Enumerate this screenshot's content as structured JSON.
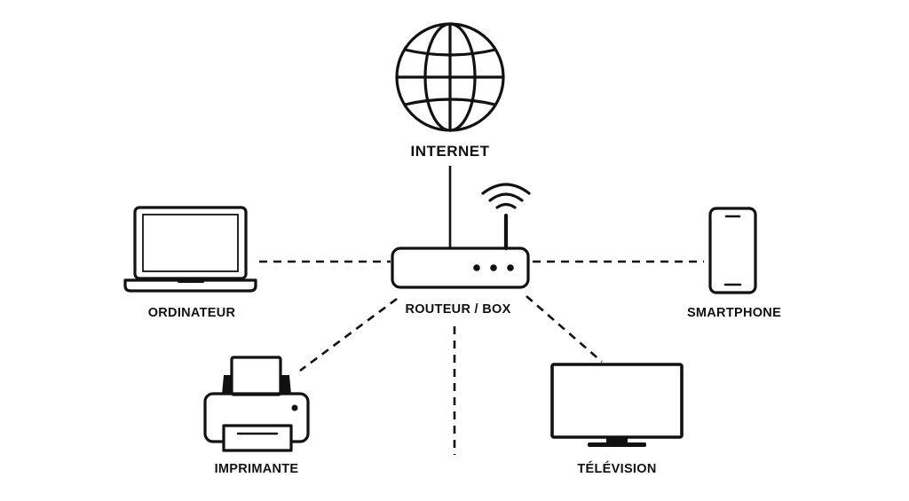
{
  "nodes": {
    "internet": {
      "label": "INTERNET",
      "icon": "globe-icon"
    },
    "router": {
      "label": "ROUTEUR / BOX",
      "icon": "router-icon"
    },
    "computer": {
      "label": "ORDINATEUR",
      "icon": "laptop-icon"
    },
    "smartphone": {
      "label": "SMARTPHONE",
      "icon": "smartphone-icon"
    },
    "printer": {
      "label": "IMPRIMANTE",
      "icon": "printer-icon"
    },
    "television": {
      "label": "TÉLÉVISION",
      "icon": "television-icon"
    }
  },
  "connections": [
    {
      "from": "internet",
      "to": "router",
      "style": "solid"
    },
    {
      "from": "computer",
      "to": "router",
      "style": "dashed"
    },
    {
      "from": "router",
      "to": "smartphone",
      "style": "dashed"
    },
    {
      "from": "router",
      "to": "printer",
      "style": "dashed"
    },
    {
      "from": "router",
      "to": "television",
      "style": "dashed"
    },
    {
      "from": "router",
      "to": "",
      "style": "dashed"
    }
  ],
  "colors": {
    "ink": "#111111",
    "background": "#ffffff"
  }
}
